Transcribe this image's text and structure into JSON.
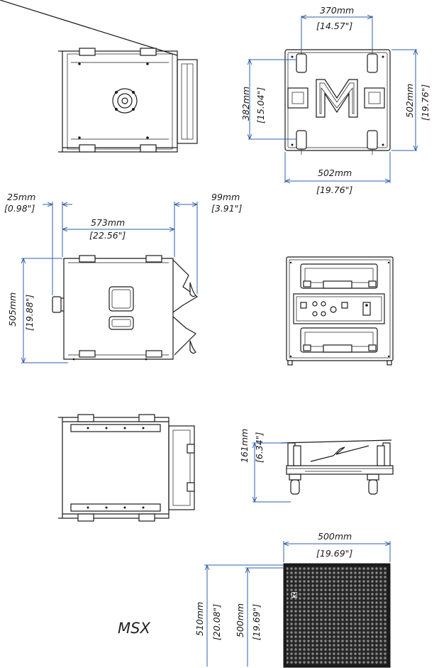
{
  "model": "MSX",
  "colors": {
    "dimension_line": "#2f5fae",
    "drawing": "#1a1a1a",
    "background": "#ffffff"
  },
  "views": {
    "top_bottom": {
      "width_mm": "370mm",
      "width_in": "[14.57\"]",
      "depth_mm": "382mm",
      "depth_in": "[15.04\"]",
      "height_mm": "502mm",
      "height_in": "[19.76\"]",
      "bottom_mm": "502mm",
      "bottom_in": "[19.76\"]"
    },
    "side": {
      "handle_mm": "25mm",
      "handle_in": "[0.98\"]",
      "rear_mm": "99mm",
      "rear_in": "[3.91\"]",
      "depth_mm": "573mm",
      "depth_in": "[22.56\"]",
      "height_mm": "505mm",
      "height_in": "[19.88\"]"
    },
    "wheel": {
      "height_mm": "161mm",
      "height_in": "[6.34\"]"
    },
    "front": {
      "width_mm": "500mm",
      "width_in": "[19.69\"]",
      "outer_height_mm": "510mm",
      "outer_height_in": "[20.08\"]",
      "inner_height_mm": "500mm",
      "inner_height_in": "[19.69\"]"
    }
  }
}
